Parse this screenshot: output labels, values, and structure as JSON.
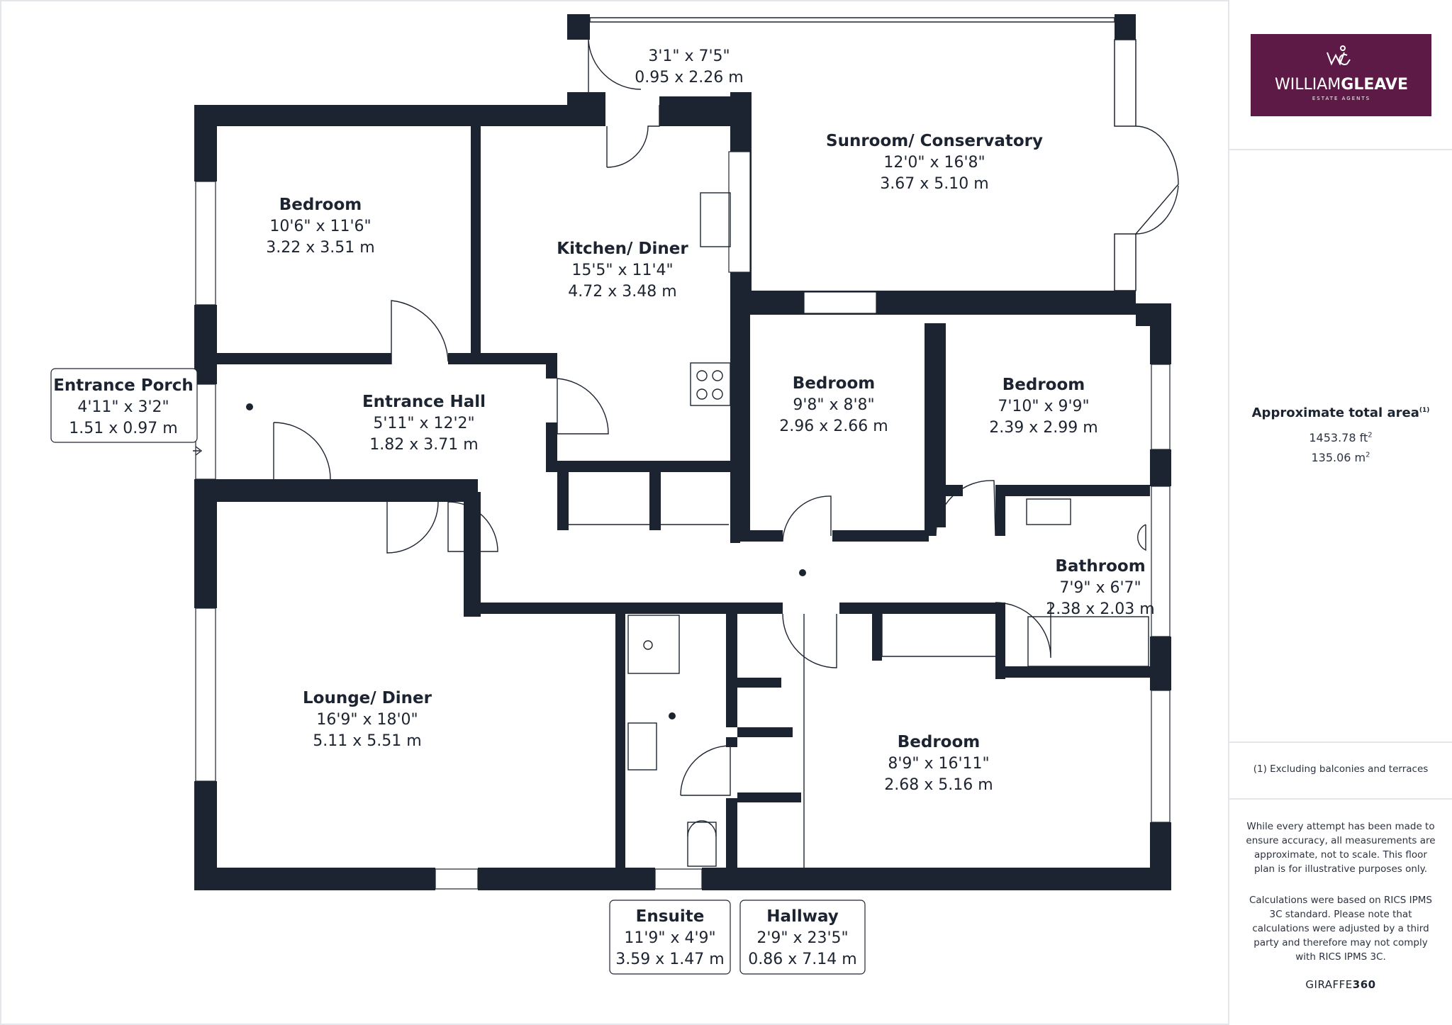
{
  "brand": {
    "name_light": "WILLIAM",
    "name_bold": "GLEAVE",
    "tagline": "ESTATE AGENTS",
    "color": "#5e1a47"
  },
  "rooms": {
    "conservatory": {
      "name": "Sunroom/ Conservatory",
      "imperial": "12'0\" x 16'8\"",
      "metric": "3.67 x 5.10 m"
    },
    "store": {
      "imperial": "3'1\" x 7'5\"",
      "metric": "0.95 x 2.26 m"
    },
    "bedroom1": {
      "name": "Bedroom",
      "imperial": "10'6\" x 11'6\"",
      "metric": "3.22 x 3.51 m"
    },
    "kitchen": {
      "name": "Kitchen/ Diner",
      "imperial": "15'5\" x 11'4\"",
      "metric": "4.72 x 3.48 m"
    },
    "bedroom2": {
      "name": "Bedroom",
      "imperial": "9'8\" x 8'8\"",
      "metric": "2.96 x 2.66 m"
    },
    "bedroom3": {
      "name": "Bedroom",
      "imperial": "7'10\" x 9'9\"",
      "metric": "2.39 x 2.99 m"
    },
    "porch": {
      "name": "Entrance Porch",
      "imperial": "4'11\" x 3'2\"",
      "metric": "1.51 x 0.97 m"
    },
    "hall": {
      "name": "Entrance Hall",
      "imperial": "5'11\" x 12'2\"",
      "metric": "1.82 x 3.71 m"
    },
    "bathroom": {
      "name": "Bathroom",
      "imperial": "7'9\" x 6'7\"",
      "metric": "2.38 x 2.03 m"
    },
    "lounge": {
      "name": "Lounge/ Diner",
      "imperial": "16'9\" x 18'0\"",
      "metric": "5.11 x 5.51 m"
    },
    "bedroom4": {
      "name": "Bedroom",
      "imperial": "8'9\" x 16'11\"",
      "metric": "2.68 x 5.16 m"
    },
    "ensuite": {
      "name": "Ensuite",
      "imperial": "11'9\" x 4'9\"",
      "metric": "3.59 x 1.47 m"
    },
    "hallway": {
      "name": "Hallway",
      "imperial": "2'9\" x 23'5\"",
      "metric": "0.86 x 7.14 m"
    }
  },
  "area": {
    "title": "Approximate total area",
    "title_note": "(1)",
    "sqft": "1453.78 ft",
    "sqm": "135.06 m",
    "superscript": "2"
  },
  "footnote": "(1) Excluding balconies and terraces",
  "disclaimer": [
    "While every attempt has been made to ensure accuracy, all measurements are approximate, not to scale. This floor plan is for illustrative purposes only.",
    "Calculations were based on RICS IPMS 3C standard. Please note that calculations were adjusted by a third party and therefore may not comply with RICS IPMS 3C."
  ],
  "credit": {
    "light": "GIRAFFE",
    "bold": "360"
  },
  "colors": {
    "wall": "#1d2431",
    "divider": "#e3e6ea"
  }
}
